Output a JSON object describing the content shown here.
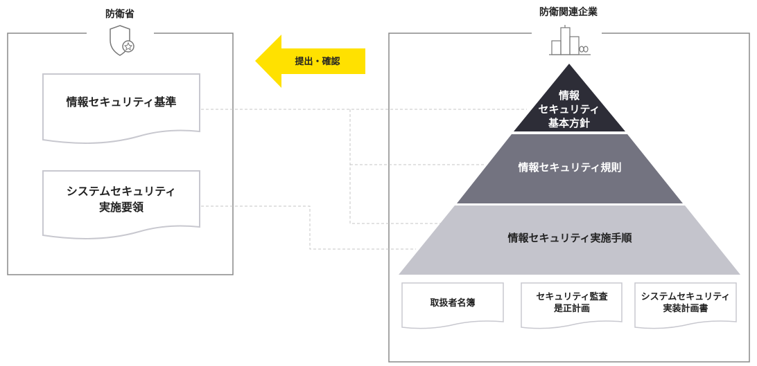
{
  "left_org": {
    "title": "防衛省",
    "docs": [
      {
        "lines": [
          "情報セキュリティ基準"
        ]
      },
      {
        "lines": [
          "システムセキュリティ",
          "実施要領"
        ]
      }
    ]
  },
  "arrow": {
    "label": "提出・確認",
    "color": "#FFE100"
  },
  "right_org": {
    "title": "防衛関連企業",
    "pyramid": [
      {
        "lines": [
          "情報",
          "セキュリティ",
          "基本方針"
        ],
        "color": "#2D2D37"
      },
      {
        "lines": [
          "情報セキュリティ規則"
        ],
        "color": "#737380"
      },
      {
        "lines": [
          "情報セキュリティ実施手順"
        ],
        "color": "#C4C4CC"
      }
    ],
    "docs": [
      {
        "lines": [
          "取扱者名簿"
        ]
      },
      {
        "lines": [
          "セキュリティ監査",
          "是正計画"
        ]
      },
      {
        "lines": [
          "システムセキュリティ",
          "実装計画書"
        ]
      }
    ]
  }
}
